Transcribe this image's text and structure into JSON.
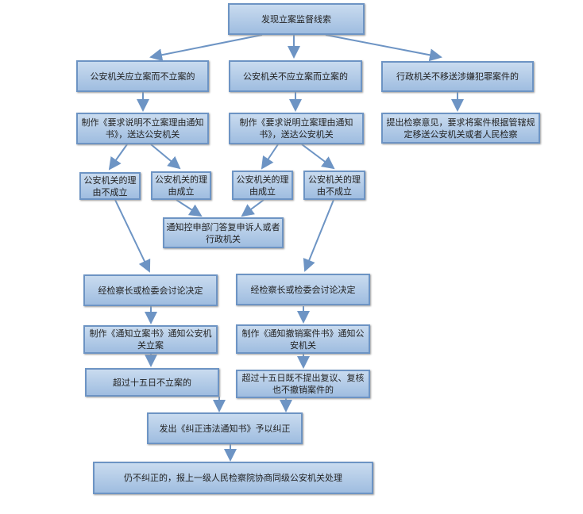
{
  "nodes": {
    "start": "发现立案监督线索",
    "l1a": "公安机关应立案而不立案的",
    "l1b": "公安机关不应立案而立案的",
    "l1c": "行政机关不移送涉嫌犯罪案件的",
    "l2a": "制作《要求说明不立案理由通知书》，送达公安机关",
    "l2b": "制作《要求说明立案理由通知书》，送达公安机关",
    "l2c": "提出检察意见，要求将案件根据管辖规定移送公安机关或者人民检察",
    "l3a": "公安机关的理由不成立",
    "l3b": "公安机关的理由成立",
    "l3c": "公安机关的理由成立",
    "l3d": "公安机关的理由不成立",
    "notify": "通知控申部门答复申诉人或者行政机关",
    "discussL": "经检察长或检委会讨论决定",
    "discussR": "经检察长或检委会讨论决定",
    "makeL": "制作《通知立案书》通知公安机关立案",
    "makeR": "制作《通知撤销案件书》通知公安机关",
    "overL": "超过十五日不立案的",
    "overR": "超过十五日既不提出复议、复核也不撤销案件的",
    "correct": "发出《纠正违法通知书》予以纠正",
    "final": "仍不纠正的，报上一级人民检察院协商同级公安机关处理"
  }
}
